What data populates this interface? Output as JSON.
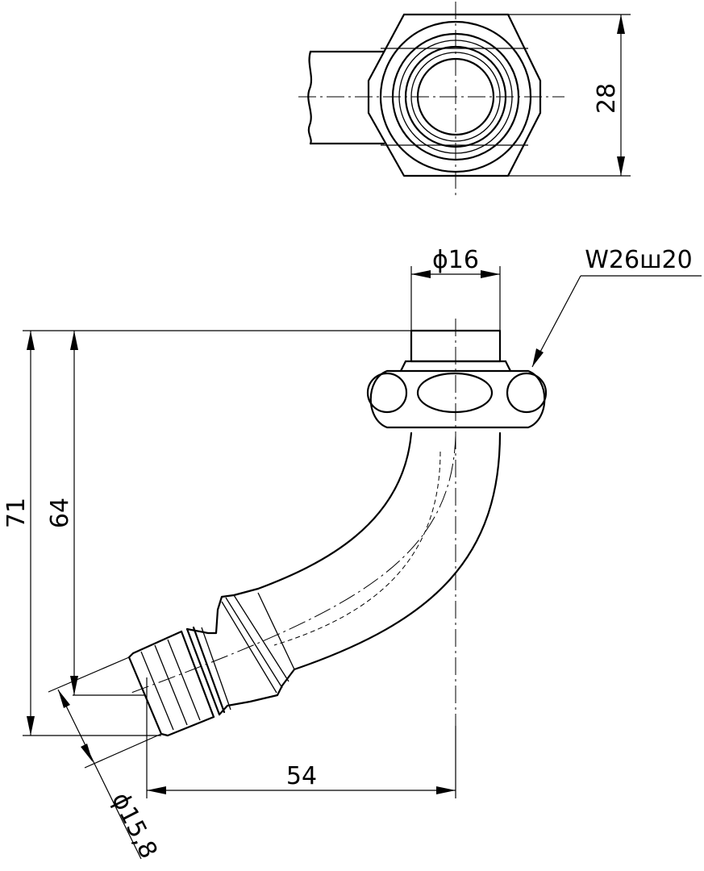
{
  "dimensions": {
    "width_across_flats": "28",
    "diameter_top": "ϕ16",
    "thread": "W26ш20",
    "height_total": "71",
    "height_inner": "64",
    "horizontal_offset": "54",
    "diameter_end": "ϕ15,8"
  }
}
